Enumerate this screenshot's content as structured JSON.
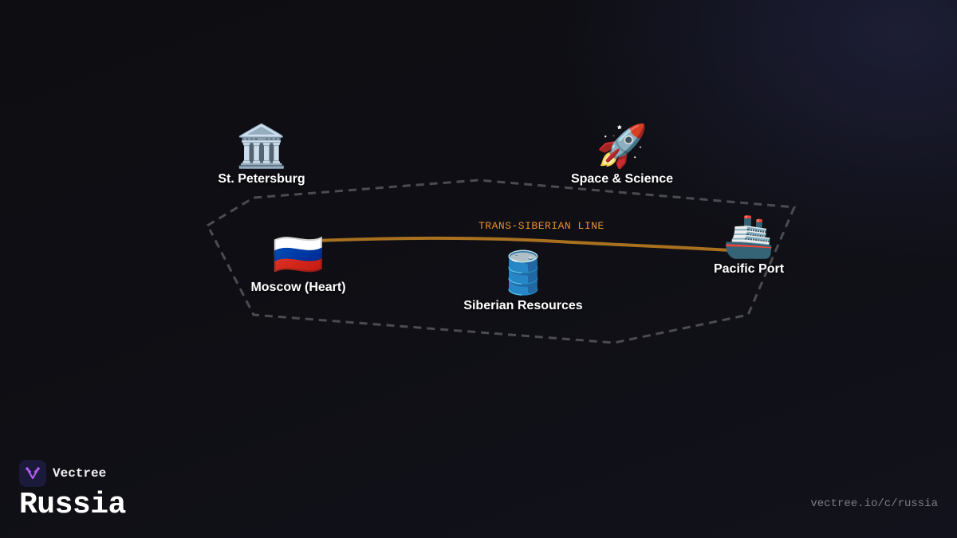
{
  "colors": {
    "route_line": "#a9711f",
    "route_label": "#e8912d",
    "boundary": "#4b4b50",
    "logo_mark": "#b05cf0"
  },
  "route": {
    "label": "TRANS-SIBERIAN LINE"
  },
  "nodes": [
    {
      "id": "st-petersburg",
      "emoji": "🏛️",
      "icon": "classical-building-icon",
      "label": "St. Petersburg"
    },
    {
      "id": "space-science",
      "emoji": "🚀",
      "icon": "rocket-icon",
      "label": "Space & Science"
    },
    {
      "id": "moscow",
      "emoji": "🇷🇺",
      "icon": "russia-flag-icon",
      "label": "Moscow (Heart)"
    },
    {
      "id": "siberian-resources",
      "emoji": "🛢️",
      "icon": "oil-drum-icon",
      "label": "Siberian Resources"
    },
    {
      "id": "pacific-port",
      "emoji": "🚢",
      "icon": "ship-icon",
      "label": "Pacific Port"
    }
  ],
  "brand": {
    "name": "Vectree",
    "logo_icon": "vectree-logo-icon"
  },
  "page": {
    "title": "Russia",
    "url": "vectree.io/c/russia"
  }
}
